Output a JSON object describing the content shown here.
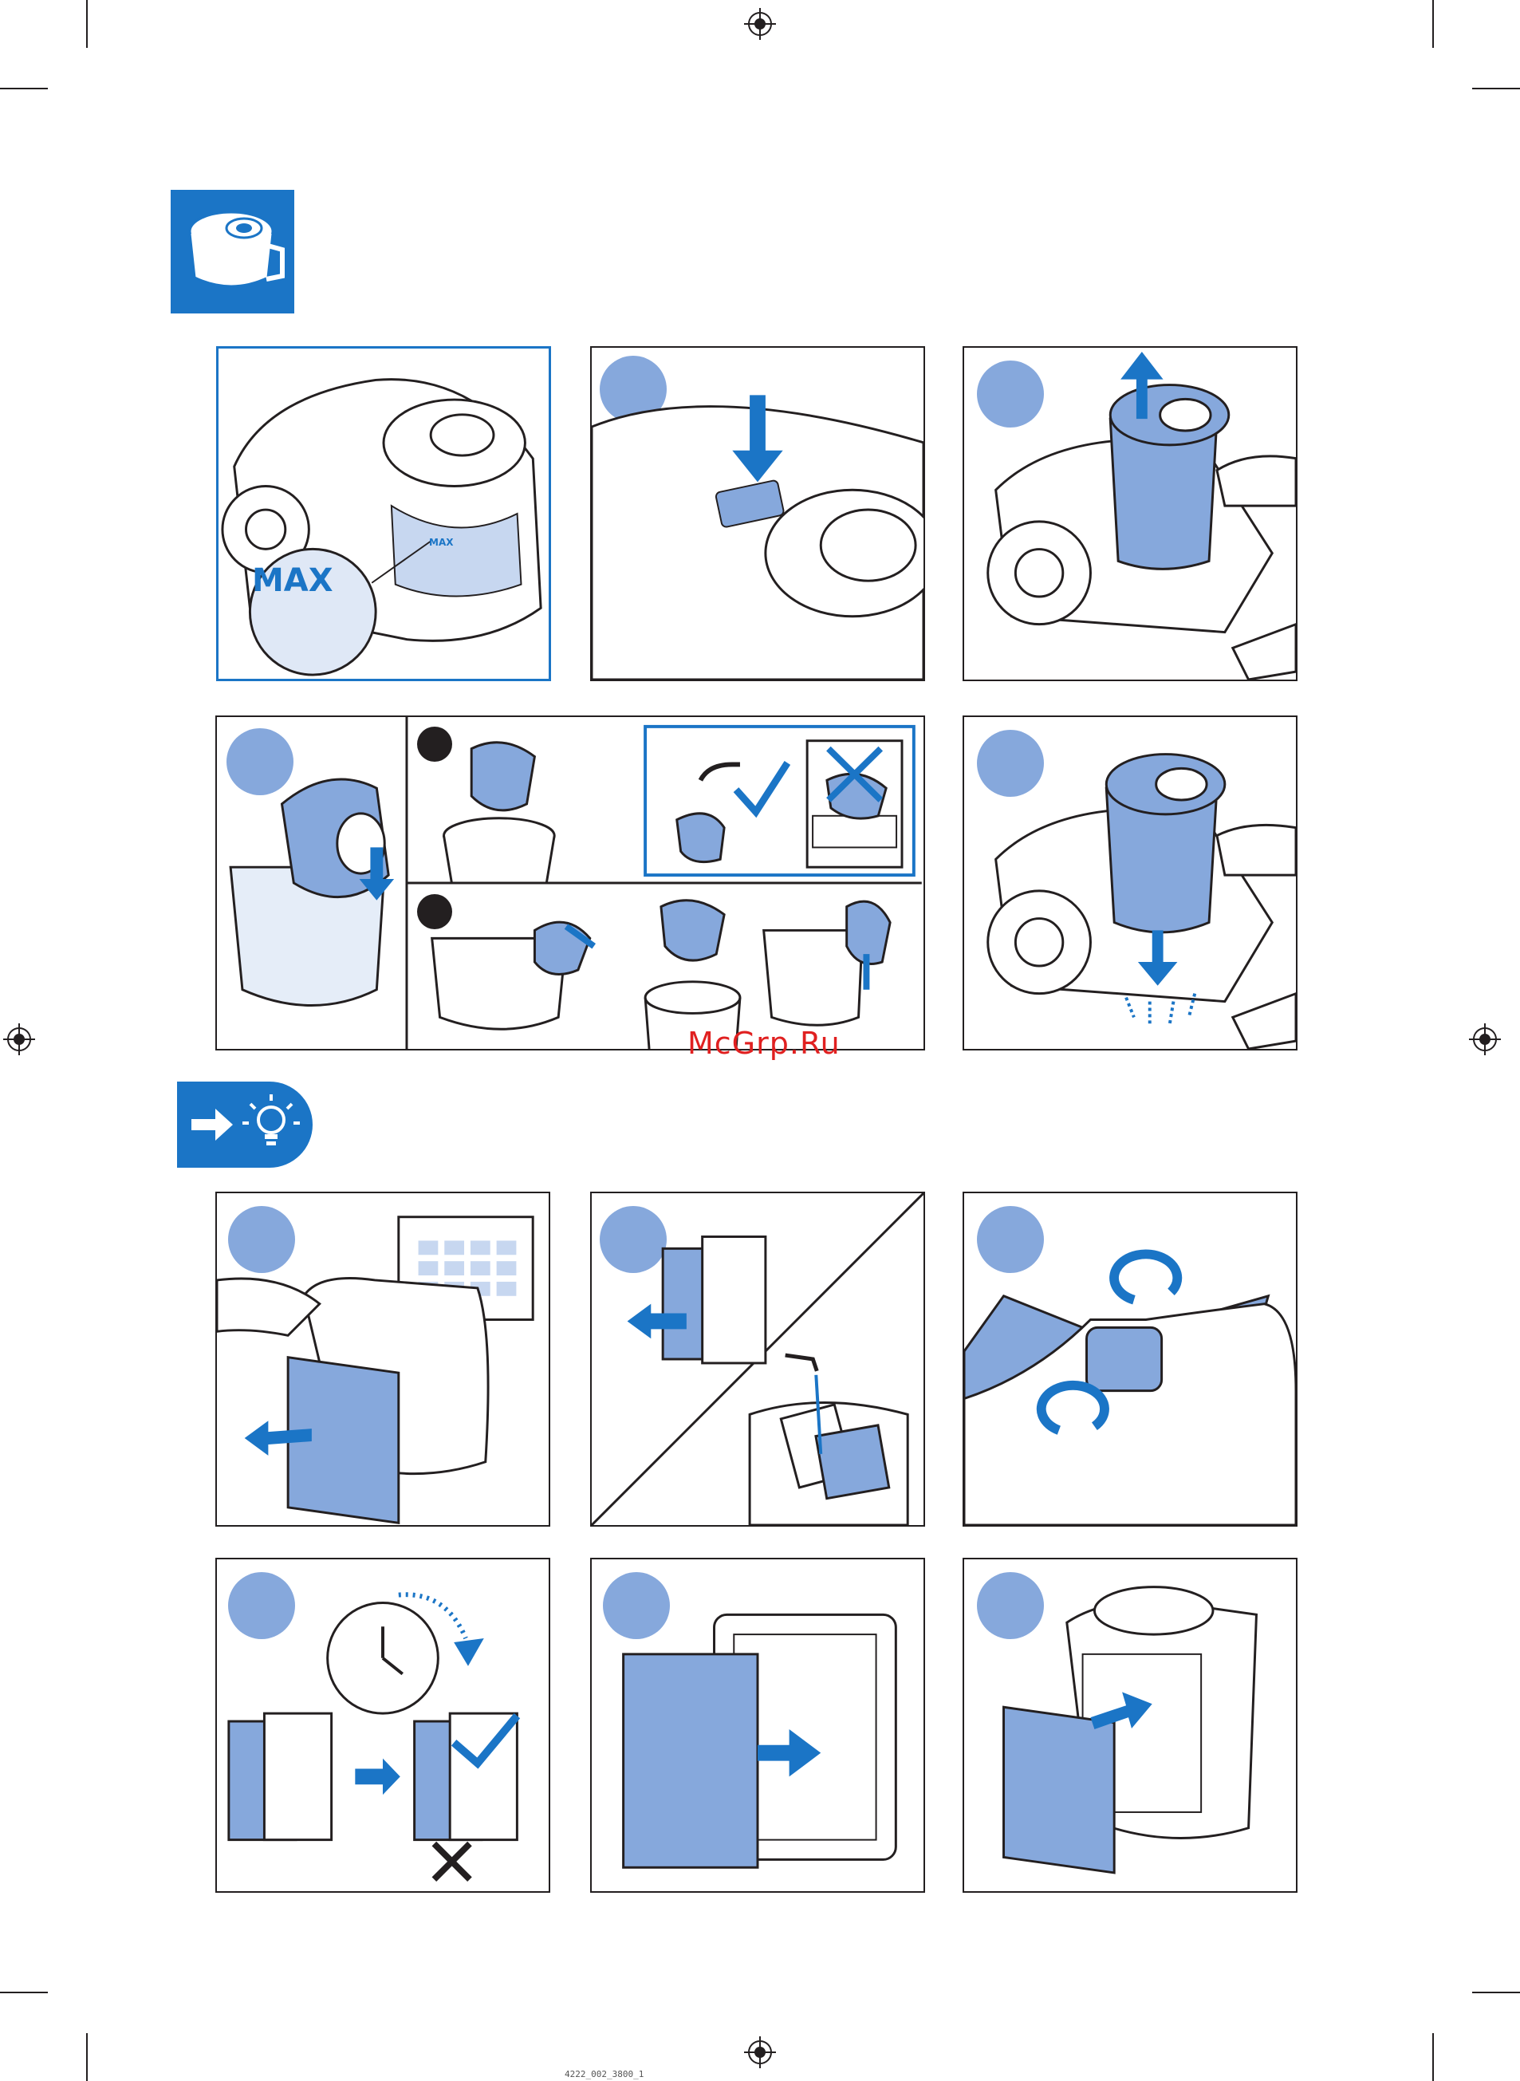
{
  "page": {
    "max_label": "MAX",
    "small_max_label": "MAX",
    "watermark": "McGrp.Ru",
    "footer_text": "4222_002_3800_1"
  },
  "icons": {
    "section_1": "dust-container-icon",
    "section_2": "tip-lightbulb-icon"
  },
  "colors": {
    "brand_blue": "#1b75c6",
    "light_blue": "#86a8dc",
    "watermark_red": "#e02020"
  }
}
